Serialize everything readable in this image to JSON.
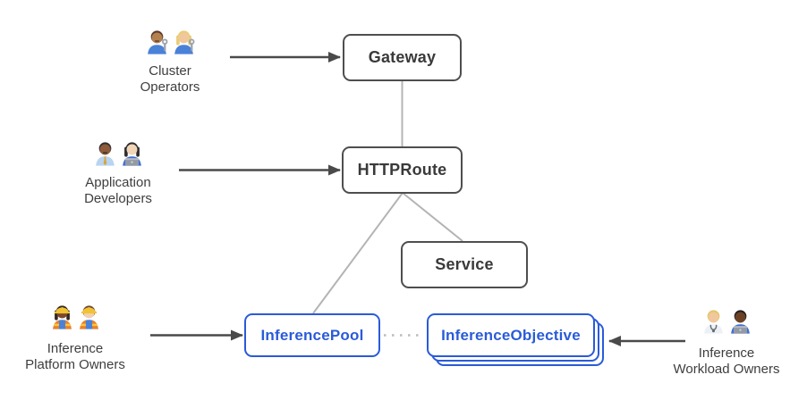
{
  "diagram": {
    "nodes": {
      "gateway": {
        "label": "Gateway"
      },
      "httproute": {
        "label": "HTTPRoute"
      },
      "service": {
        "label": "Service"
      },
      "inference_pool": {
        "label": "InferencePool"
      },
      "inference_objective": {
        "label": "InferenceObjective"
      }
    },
    "actors": {
      "cluster_operators": {
        "lines": [
          "Cluster",
          "Operators"
        ],
        "icons": [
          "man-mechanic",
          "woman-mechanic"
        ]
      },
      "application_developers": {
        "lines": [
          "Application",
          "Developers"
        ],
        "icons": [
          "man-office-worker",
          "woman-technologist"
        ]
      },
      "inference_platform_owners": {
        "lines": [
          "Inference",
          "Platform Owners"
        ],
        "icons": [
          "woman-construction-worker",
          "man-construction-worker"
        ]
      },
      "inference_workload_owners": {
        "lines": [
          "Inference",
          "Workload Owners"
        ],
        "icons": [
          "health-worker",
          "man-technologist"
        ]
      }
    },
    "colors": {
      "blue_accent": "#2a5bd8",
      "node_border": "#4e4e4e",
      "node_text": "#3a3a3a",
      "label_text": "#3e3e3e",
      "connector": "#b4b4b4",
      "connector_dotted": "#bcbcbc",
      "arrow": "#4a4a4a"
    }
  }
}
